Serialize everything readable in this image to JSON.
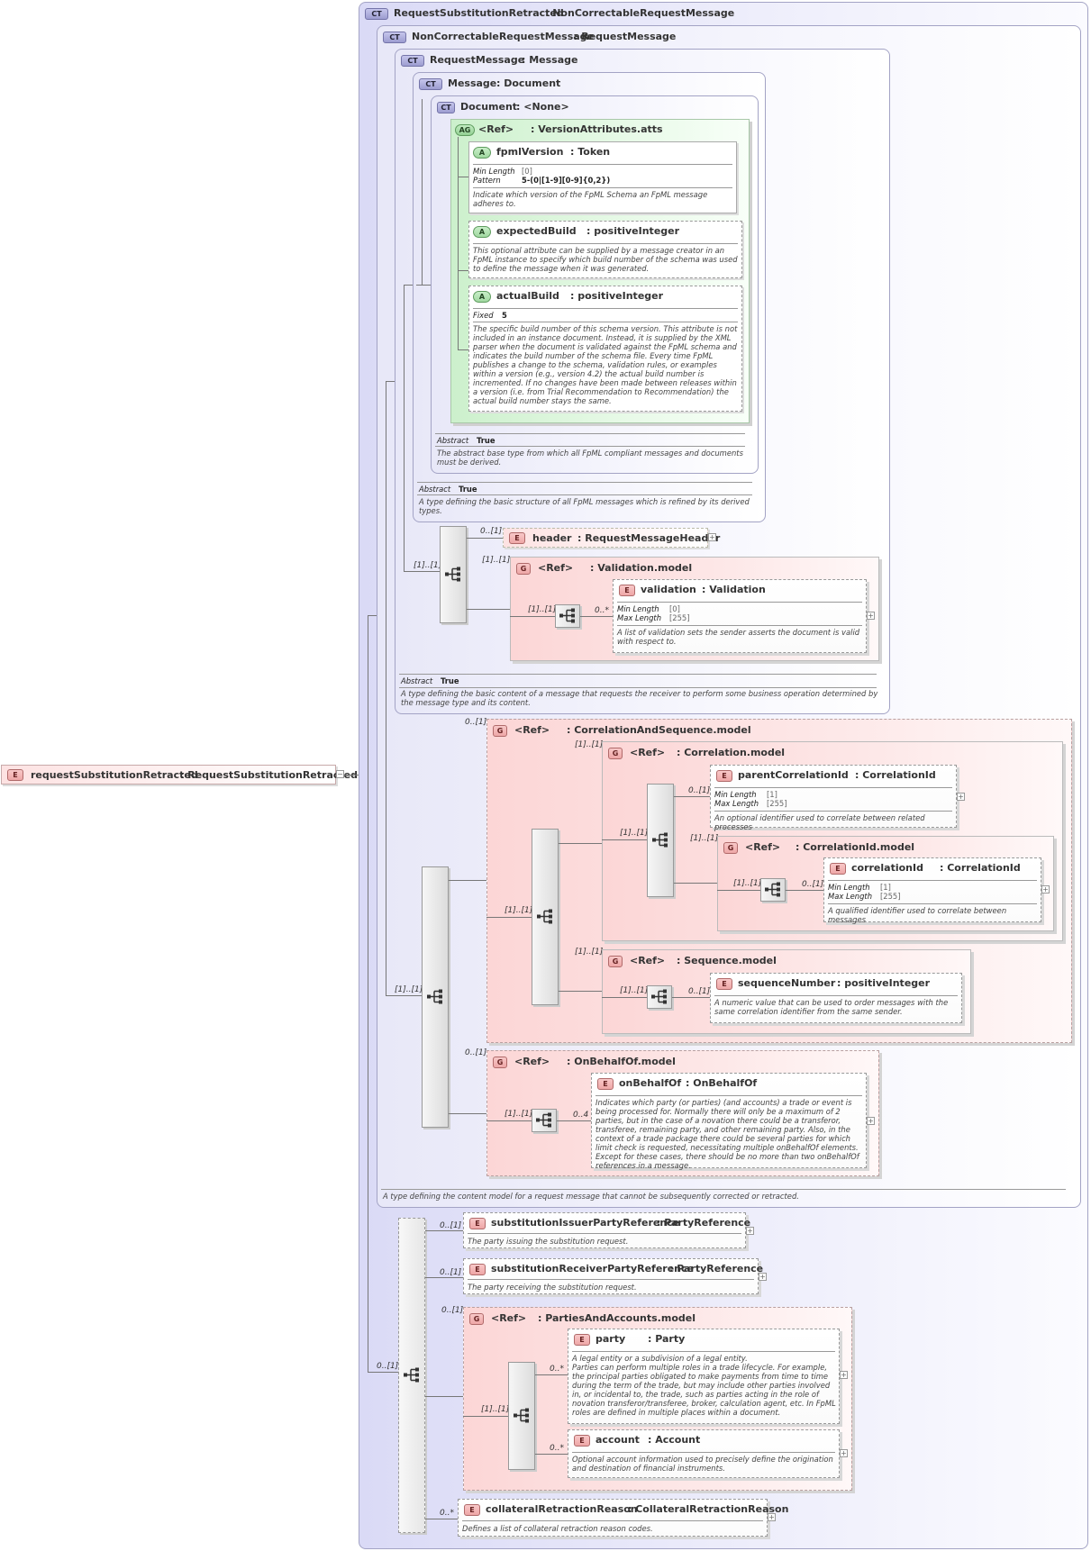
{
  "root": {
    "name": "requestSubstitutionRetracted",
    "type": ": RequestSubstitutionRetracted"
  },
  "ct_rsr": {
    "name": "RequestSubstitutionRetracted",
    "type": ": NonCorrectableRequestMessage"
  },
  "ct_ncrm": {
    "name": "NonCorrectableRequestMessage",
    "type": ": RequestMessage",
    "doc": "A type defining the content model for a request message that cannot be subsequently corrected or retracted."
  },
  "ct_rm": {
    "name": "RequestMessage",
    "type": ": Message",
    "abstract_label": "Abstract",
    "abstract_value": "True",
    "doc": "A type defining the basic content of a message that requests the receiver to perform some business operation determined by the message type and its content."
  },
  "ct_msg": {
    "name": "Message",
    "type": ": Document",
    "abstract_label": "Abstract",
    "abstract_value": "True",
    "doc": "A type defining the basic structure of all FpML messages which is refined by its derived types."
  },
  "ct_doc": {
    "name": "Document",
    "type": ": <None>",
    "abstract_label": "Abstract",
    "abstract_value": "True",
    "doc": "The abstract base type from which all FpML compliant messages and documents must be derived."
  },
  "ag": {
    "ref": "<Ref>",
    "name": ": VersionAttributes.atts"
  },
  "attr_fpml": {
    "name": "fpmlVersion",
    "type": ": Token",
    "k1": "Min Length",
    "v1": "[0]",
    "k2": "Pattern",
    "v2": "5-(0|[1-9][0-9]{0,2})",
    "doc": "Indicate which version of the FpML Schema an FpML message adheres to."
  },
  "attr_exp": {
    "name": "expectedBuild",
    "type": ": positiveInteger",
    "doc": "This optional attribute can be supplied by a message creator in an FpML instance to specify which build number of the schema was used to define the message when it was generated."
  },
  "attr_act": {
    "name": "actualBuild",
    "type": ": positiveInteger",
    "k1": "Fixed",
    "v1": "5",
    "doc": "The specific build number of this schema version. This attribute is not included in an instance document. Instead, it is supplied by the XML parser when the document is validated against the FpML schema and indicates the build number of the schema file. Every time FpML publishes a change to the schema, validation rules, or examples within a version (e.g., version 4.2) the actual build number is incremented. If no changes have been made between releases within a version (i.e. from Trial Recommendation to Recommendation) the actual build number stays the same."
  },
  "header": {
    "name": "header",
    "type": ": RequestMessageHeader",
    "card": "0..[1]"
  },
  "valmodel": {
    "ref": "<Ref>",
    "name": ": Validation.model",
    "card": "[1]..[1]"
  },
  "validation": {
    "name": "validation",
    "type": ": Validation",
    "k1": "Min Length",
    "v1": "[0]",
    "k2": "Max Length",
    "v2": "[255]",
    "doc": "A list of validation sets the sender asserts the document is valid with respect to.",
    "card": "0..*"
  },
  "cas": {
    "ref": "<Ref>",
    "name": ": CorrelationAndSequence.model",
    "card": "0..[1]"
  },
  "corrmodel": {
    "ref": "<Ref>",
    "name": ": Correlation.model",
    "card": "[1]..[1]"
  },
  "parentCorr": {
    "name": "parentCorrelationId",
    "type": ": CorrelationId",
    "k1": "Min Length",
    "v1": "[1]",
    "k2": "Max Length",
    "v2": "[255]",
    "doc": "An optional identifier used to correlate between related processes",
    "card": "0..[1]"
  },
  "corrIdModel": {
    "ref": "<Ref>",
    "name": ": CorrelationId.model",
    "card": "[1]..[1]"
  },
  "corrId": {
    "name": "correlationId",
    "type": ": CorrelationId",
    "k1": "Min Length",
    "v1": "[1]",
    "k2": "Max Length",
    "v2": "[255]",
    "doc": "A qualified identifier used to correlate between messages",
    "card": "0..[1]"
  },
  "seqmodel": {
    "ref": "<Ref>",
    "name": ": Sequence.model",
    "card": "[1]..[1]"
  },
  "seqNum": {
    "name": "sequenceNumber",
    "type": ": positiveInteger",
    "doc": "A numeric value that can be used to order messages with the same correlation identifier from the same sender.",
    "card": "0..[1]"
  },
  "obo": {
    "ref": "<Ref>",
    "name": ": OnBehalfOf.model",
    "card": "0..[1]"
  },
  "onBehalf": {
    "name": "onBehalfOf",
    "type": ": OnBehalfOf",
    "doc": "Indicates which party (or parties) (and accounts) a trade or event is being processed for. Normally there will only be a maximum of 2 parties, but in the case of a novation there could be a transferor, transferee, remaining party, and other remaining party. Also, in the context of a trade package there could be several parties for which limit check is requested, necessitating multiple onBehalfOf elements. Except for these cases, there should be no more than two onBehalfOf references in a message.",
    "card": "0..4"
  },
  "sip": {
    "name": "substitutionIssuerPartyReference",
    "type": ": PartyReference",
    "doc": "The party issuing the substitution request.",
    "card": "0..[1]"
  },
  "srp": {
    "name": "substitutionReceiverPartyReference",
    "type": ": PartyReference",
    "doc": "The party receiving the substitution request.",
    "card": "0..[1]"
  },
  "pam": {
    "ref": "<Ref>",
    "name": ": PartiesAndAccounts.model",
    "card": "0..[1]"
  },
  "party": {
    "name": "party",
    "type": ": Party",
    "doc": "A legal entity or a subdivision of a legal entity.\nParties can perform multiple roles in a trade lifecycle. For example, the principal parties obligated to make payments from time to time during the term of the trade, but may include other parties involved in, or incidental to, the trade, such as parties acting in the role of novation transferor/transferee, broker, calculation agent, etc. In FpML roles are defined in multiple places within a document.",
    "card": "0..*"
  },
  "account": {
    "name": "account",
    "type": ": Account",
    "doc": "Optional account information used to precisely define the origination and destination of financial instruments.",
    "card": "0..*"
  },
  "crr": {
    "name": "collateralRetractionReason",
    "type": ": CollateralRetractionReason",
    "doc": "Defines a list of collateral retraction reason codes.",
    "card": "0..*"
  },
  "seq_cards": {
    "rm": "[1]..[1]",
    "val": "[1]..[1]",
    "ncrm": "[1]..[1]",
    "cas": "[1]..[1]",
    "corr": "[1]..[1]",
    "seq": "[1]..[1]",
    "obo": "[1]..[1]",
    "rsr": "0..[1]",
    "pam": "[1]..[1]"
  },
  "badges": {
    "ct": "CT",
    "e": "E",
    "g": "G",
    "ag": "AG",
    "a": "A"
  }
}
